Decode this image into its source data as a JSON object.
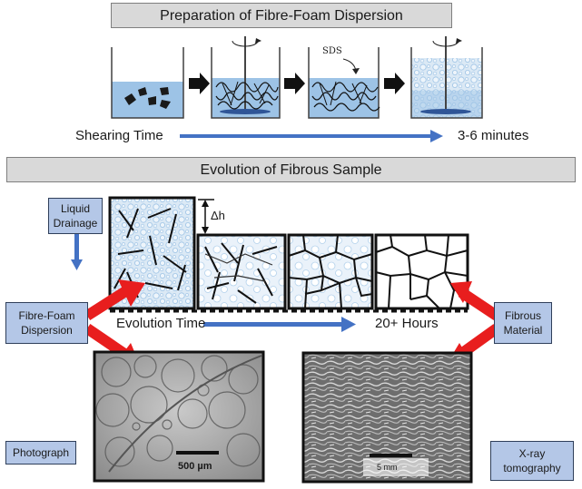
{
  "top_section": {
    "title": "Preparation of Fibre-Foam Dispersion",
    "sds_label": "SDS",
    "shearing_label": "Shearing Time",
    "shearing_duration": "3-6 minutes"
  },
  "bottom_section": {
    "title": "Evolution of Fibrous Sample",
    "liquid_drainage": "Liquid Drainage",
    "delta_h": "Δh",
    "fibre_foam_dispersion": "Fibre-Foam Dispersion",
    "fibrous_material": "Fibrous Material",
    "evolution_time": "Evolution Time",
    "evolution_duration": "20+ Hours",
    "photograph_label": "Photograph",
    "xray_label": "X-ray tomography",
    "scale_photo": "500 µm",
    "scale_xray": "5 mm"
  },
  "colors": {
    "liquid": "#9dc3e6",
    "arrow_blue": "#4472c4",
    "arrow_red": "#e81e1e",
    "label_bg": "#b4c7e7"
  }
}
